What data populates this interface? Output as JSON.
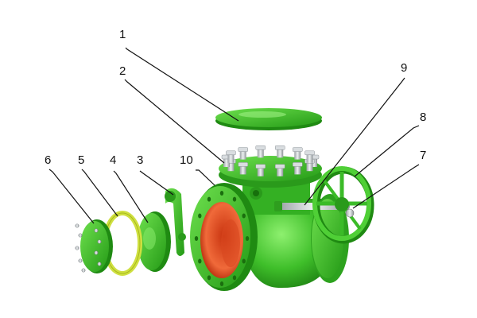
{
  "diagram": {
    "callouts": [
      {
        "id": "1",
        "label": "1"
      },
      {
        "id": "2",
        "label": "2"
      },
      {
        "id": "3",
        "label": "3"
      },
      {
        "id": "4",
        "label": "4"
      },
      {
        "id": "5",
        "label": "5"
      },
      {
        "id": "6",
        "label": "6"
      },
      {
        "id": "7",
        "label": "7"
      },
      {
        "id": "8",
        "label": "8"
      },
      {
        "id": "9",
        "label": "9"
      },
      {
        "id": "10",
        "label": "10"
      }
    ],
    "colors": {
      "body": "#3fbf2a",
      "body_dark": "#1f8a12",
      "body_light": "#7be25f",
      "bore": "#e2461e",
      "gasket": "#cfe040",
      "bolt": "#bfc4c8",
      "line": "#111111"
    }
  }
}
